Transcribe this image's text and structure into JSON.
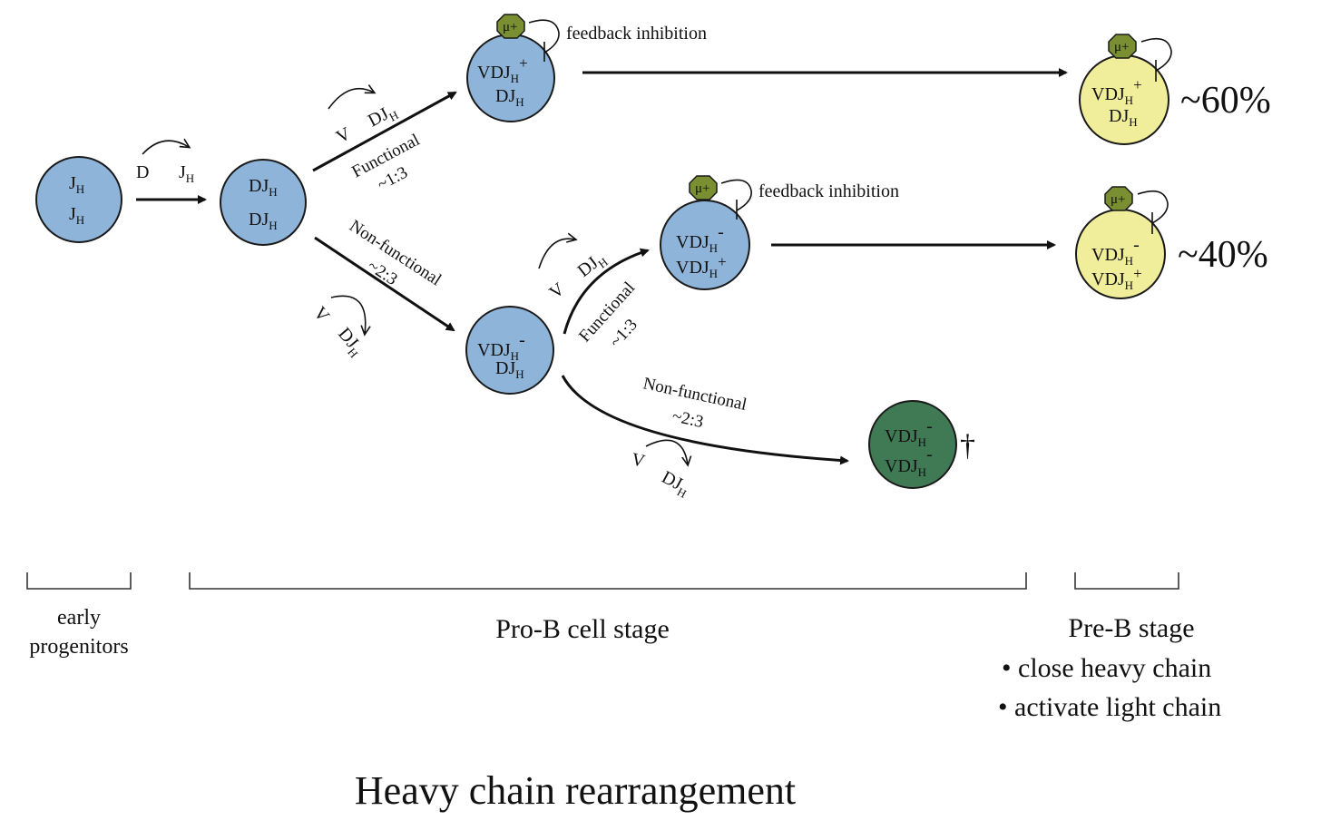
{
  "cells": {
    "early": {
      "line1": "J",
      "sub1": "H",
      "line2": "J",
      "sub2": "H"
    },
    "dj": {
      "line1": "DJ",
      "sub1": "H",
      "line2": "DJ",
      "sub2": "H"
    },
    "func1": {
      "line1": "VDJ",
      "sub1": "H",
      "sup1": "+",
      "line2": "DJ",
      "sub2": "H"
    },
    "nonfunc1": {
      "line1": "VDJ",
      "sub1": "H",
      "sup1": "-",
      "line2": "DJ",
      "sub2": "H"
    },
    "func2": {
      "line1": "VDJ",
      "sub1": "H",
      "sup1": "-",
      "line2": "VDJ",
      "sub2": "H",
      "sup2": "+"
    },
    "dead": {
      "line1": "VDJ",
      "sub1": "H",
      "sup1": "-",
      "line2": "VDJ",
      "sub2": "H",
      "sup2": "-"
    },
    "preb1": {
      "line1": "VDJ",
      "sub1": "H",
      "sup1": "+",
      "line2": "DJ",
      "sub2": "H"
    },
    "preb2": {
      "line1": "VDJ",
      "sub1": "H",
      "sup1": "-",
      "line2": "VDJ",
      "sub2": "H",
      "sup2": "+"
    }
  },
  "mu_label": "μ+",
  "feedback_label": "feedback inhibition",
  "dagger": "†",
  "percent_60": "~60%",
  "percent_40": "~40%",
  "rearrangements": {
    "d_to_j": {
      "left": "D",
      "right": "J",
      "right_sub": "H"
    },
    "v_to_dj": {
      "left": "V",
      "right": "DJ",
      "right_sub": "H"
    }
  },
  "branches": {
    "functional": "Functional",
    "functional_ratio": "~1:3",
    "nonfunctional": "Non-functional",
    "nonfunctional_ratio": "~2:3"
  },
  "stages": {
    "early_line1": "early",
    "early_line2": "progenitors",
    "prob": "Pro-B cell stage",
    "preb": "Pre-B stage",
    "preb_bullet1": "• close heavy chain",
    "preb_bullet2": "• activate light chain"
  },
  "title": "Heavy chain rearrangement",
  "colors": {
    "pro_b_cell": "#8fb4d9",
    "pre_b_cell": "#f0ee9a",
    "dead_cell": "#3f7a55",
    "mu_chain": "#7a8f32"
  }
}
